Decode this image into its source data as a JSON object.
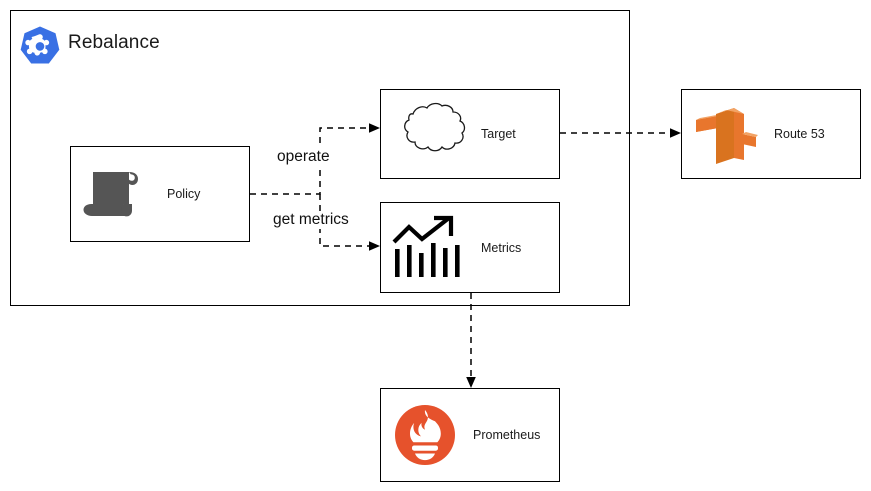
{
  "diagram": {
    "type": "architecture-flow-diagram",
    "background": "#ffffff",
    "container": {
      "title": "Rebalance",
      "logo_icon": "kubernetes-icon",
      "logo_color": "#3970E4",
      "border_color": "#000000"
    },
    "nodes": [
      {
        "id": "policy",
        "label": "Policy",
        "icon": "scroll-icon",
        "icon_color": "#555555",
        "inside_container": true
      },
      {
        "id": "target",
        "label": "Target",
        "icon": "cloud-icon",
        "icon_color": "#000000",
        "inside_container": true
      },
      {
        "id": "metrics",
        "label": "Metrics",
        "icon": "bar-chart-trend-icon",
        "icon_color": "#000000",
        "inside_container": true
      },
      {
        "id": "route53",
        "label": "Route 53",
        "icon": "aws-route53-signpost-icon",
        "icon_color": "#E8762D",
        "inside_container": false
      },
      {
        "id": "prometheus",
        "label": "Prometheus",
        "icon": "prometheus-torch-icon",
        "icon_color": "#E6522C",
        "inside_container": false
      }
    ],
    "edges": [
      {
        "id": "policy-to-target",
        "from": "policy",
        "to": "target",
        "label": "operate",
        "style": "dashed",
        "arrow": true
      },
      {
        "id": "policy-to-metrics",
        "from": "policy",
        "to": "metrics",
        "label": "get metrics",
        "style": "dashed",
        "arrow": true
      },
      {
        "id": "target-to-route53",
        "from": "target",
        "to": "route53",
        "label": "",
        "style": "dashed",
        "arrow": true
      },
      {
        "id": "metrics-to-prometheus",
        "from": "metrics",
        "to": "prometheus",
        "label": "",
        "style": "dashed",
        "arrow": true
      }
    ]
  }
}
